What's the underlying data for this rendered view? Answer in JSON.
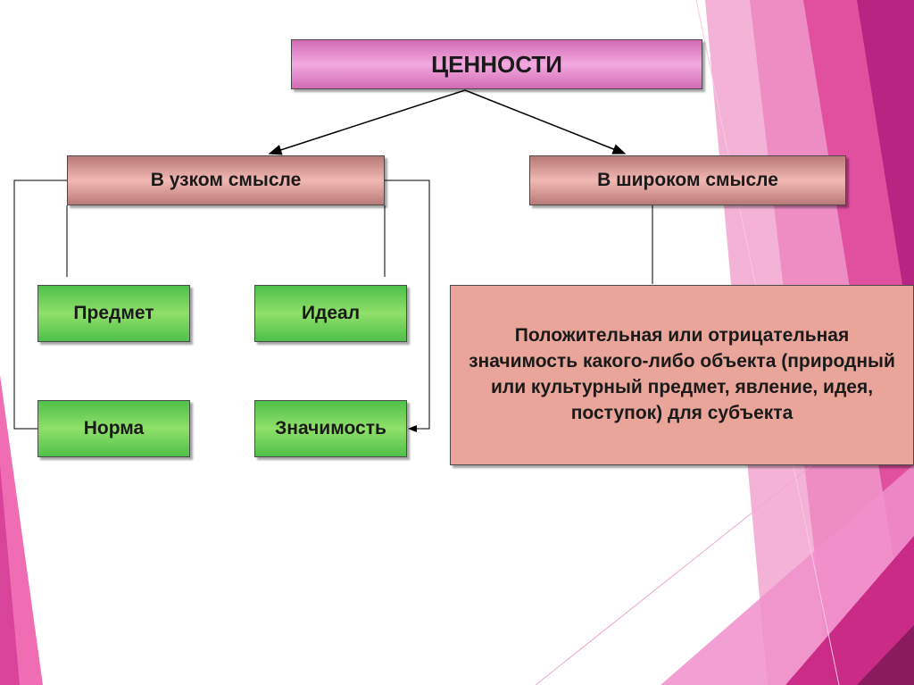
{
  "diagram": {
    "root": "ЦЕННОСТИ",
    "narrow": "В узком смысле",
    "broad": "В широком смысле",
    "narrow_items": [
      "Предмет",
      "Идеал",
      "Норма",
      "Значимость"
    ],
    "broad_definition": "Положительная или отрицательная значимость какого-либо объекта (природный или культурный предмет, явление, идея, поступок) для субъекта"
  },
  "colors": {
    "root": "#e78fd0",
    "level2": "#e8a6a2",
    "leaf": "#6fd05a",
    "definition": "#e9a59a",
    "decor_pink": "#e44aa8"
  }
}
